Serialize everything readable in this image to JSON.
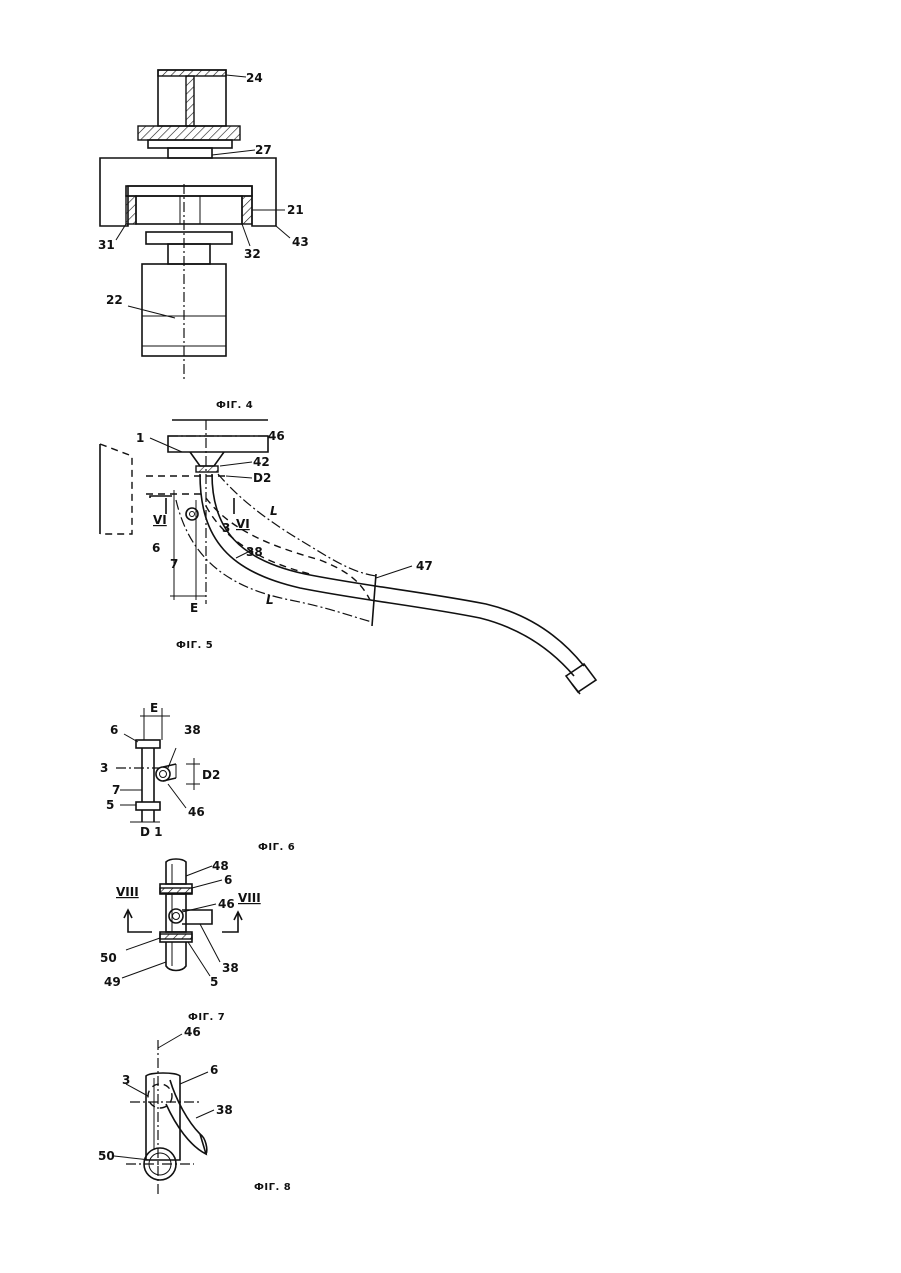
{
  "figures": {
    "fig4": {
      "caption": "ФIГ. 4",
      "labels": [
        "24",
        "27",
        "21",
        "43",
        "32",
        "31",
        "22"
      ]
    },
    "fig5": {
      "caption": "ФIГ. 5",
      "labels": [
        "1",
        "46",
        "42",
        "D2",
        "VI",
        "VI",
        "3",
        "6",
        "7",
        "38",
        "L",
        "L",
        "47",
        "E"
      ]
    },
    "fig6": {
      "caption": "ФIГ. 6",
      "labels": [
        "E",
        "6",
        "38",
        "3",
        "D2",
        "7",
        "5",
        "46",
        "D 1"
      ]
    },
    "fig7": {
      "caption": "ФIГ. 7",
      "labels": [
        "48",
        "6",
        "VIII",
        "46",
        "VIII",
        "50",
        "38",
        "5",
        "49"
      ]
    },
    "fig8": {
      "caption": "ФIГ. 8",
      "labels": [
        "46",
        "6",
        "3",
        "38",
        "50"
      ]
    }
  }
}
